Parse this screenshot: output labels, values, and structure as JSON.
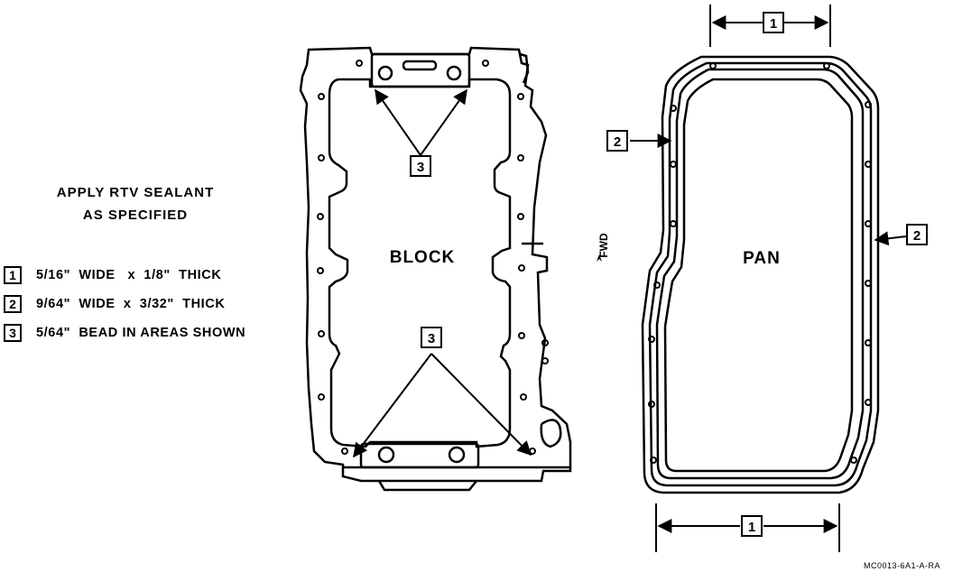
{
  "legend": {
    "title_line1": "APPLY RTV SEALANT",
    "title_line2": "AS SPECIFIED",
    "items": [
      {
        "number": "1",
        "text": "5/16\"  WIDE   x  1/8\"  THICK"
      },
      {
        "number": "2",
        "text": "9/64\"  WIDE  x  3/32\"  THICK"
      },
      {
        "number": "3",
        "text": "5/64\"  BEAD IN AREAS SHOWN"
      }
    ]
  },
  "block": {
    "label": "BLOCK",
    "callout_top": "3",
    "callout_bottom": "3"
  },
  "fwd": {
    "label": "FWD"
  },
  "pan": {
    "label": "PAN",
    "callout_top": "1",
    "callout_bottom": "1",
    "callout_left": "2",
    "callout_right": "2"
  },
  "figure_code": "MC0013-6A1-A-RA"
}
